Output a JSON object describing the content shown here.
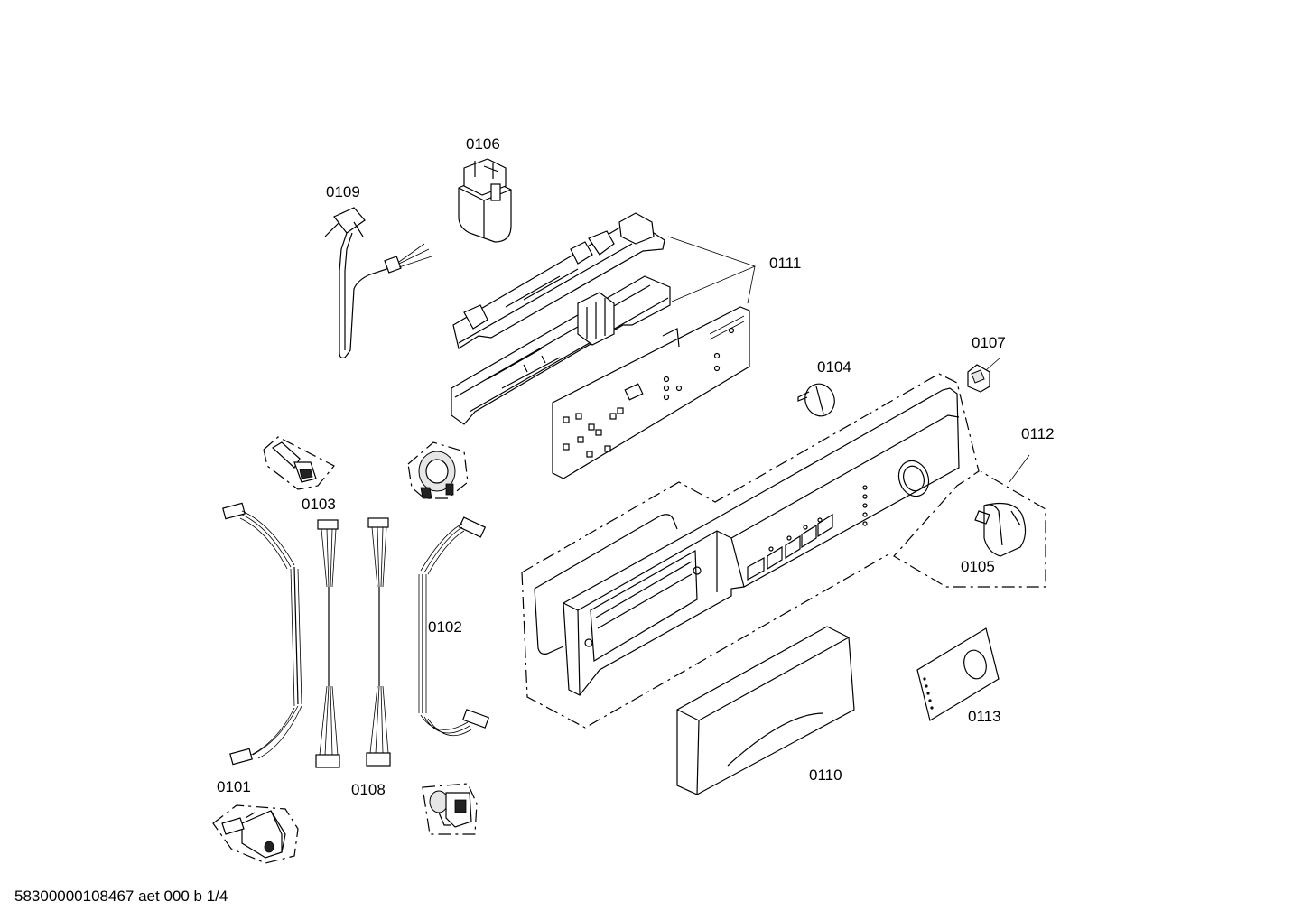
{
  "labels": {
    "p0101": "0101",
    "p0102": "0102",
    "p0103": "0103",
    "p0104": "0104",
    "p0105": "0105",
    "p0106": "0106",
    "p0107": "0107",
    "p0108": "0108",
    "p0109": "0109",
    "p0110": "0110",
    "p0111": "0111",
    "p0112": "0112",
    "p0113": "0113"
  },
  "footer": "58300000108467 aet 000 b 1/4"
}
